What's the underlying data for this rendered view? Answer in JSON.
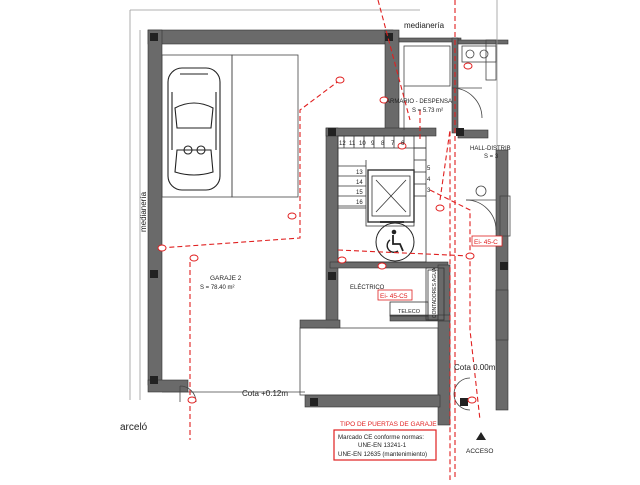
{
  "labels": {
    "medianeria_top": "medianería",
    "medianeria_left": "medianería",
    "armario": "ARMARIO - DESPENSA",
    "armario_area": "S = 5.73 m²",
    "hall": "HALL-DISTRIB",
    "hall_area": "S = 3",
    "garaje": "GARAJE 2",
    "garaje_area": "S = 78.40 m²",
    "electrico": "ELÉCTRICO",
    "teleco": "TELECO",
    "contadores": "CONTADORES AGUA",
    "cota_garage": "Cota +0.12m",
    "cota_street": "Cota 0.00m",
    "street": "arceló",
    "acceso": "ACCESO",
    "ei_1": "Ei- 45-C5",
    "ei_2": "Ei- 45-C",
    "stair_numbers": [
      "12",
      "11",
      "10",
      "9",
      "8",
      "7",
      "6"
    ],
    "stair_numbers_side": [
      "5",
      "4",
      "3"
    ],
    "stair_numbers_left": [
      "13",
      "14",
      "15",
      "16"
    ]
  },
  "note": {
    "title": "TIPO DE PUERTAS DE GARAJE",
    "line1": "Marcado CE conforme normas:",
    "line2": "UNE-EN 13241-1",
    "line3": "UNE-EN 12635 (mantenimiento)"
  },
  "colors": {
    "wall": "#505050",
    "line": "#3a3a3a",
    "accent": "#e02020"
  }
}
